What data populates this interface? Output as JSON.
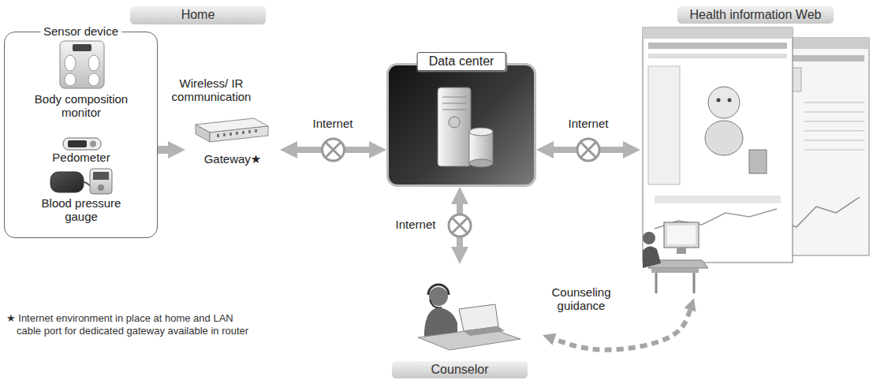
{
  "diagram": {
    "nodes": [
      {
        "text": [
          "Home"
        ]
      },
      {
        "text": [
          "Sensor device"
        ]
      },
      {
        "text": [
          "Body composition monitor"
        ],
        "in": 1
      },
      {
        "text": [
          "Pedometer"
        ],
        "in": 1
      },
      {
        "text": [
          "Blood pressure gauge"
        ],
        "in": 1
      },
      {
        "text": [
          "Gateway★"
        ]
      },
      {
        "text": [
          "Data center"
        ]
      },
      {
        "text": [
          "Health information Web"
        ]
      },
      {
        "text": [
          "Counselor"
        ]
      }
    ],
    "edges": [
      {
        "from": 1,
        "to": 5,
        "arrow": "to",
        "label": "Wireless/ IR communication"
      },
      {
        "from": 5,
        "to": 6,
        "arrow": "both",
        "label": "Internet"
      },
      {
        "from": 6,
        "to": 7,
        "arrow": "both",
        "label": "Internet"
      },
      {
        "from": 6,
        "to": 8,
        "arrow": "both",
        "label": "Internet"
      },
      {
        "from": 7,
        "to": 8,
        "arrow": "both",
        "label": "Counseling guidance"
      }
    ],
    "labels": [
      "★ Internet environment in place at home and LAN cable port for dedicated gateway available in router"
    ]
  }
}
